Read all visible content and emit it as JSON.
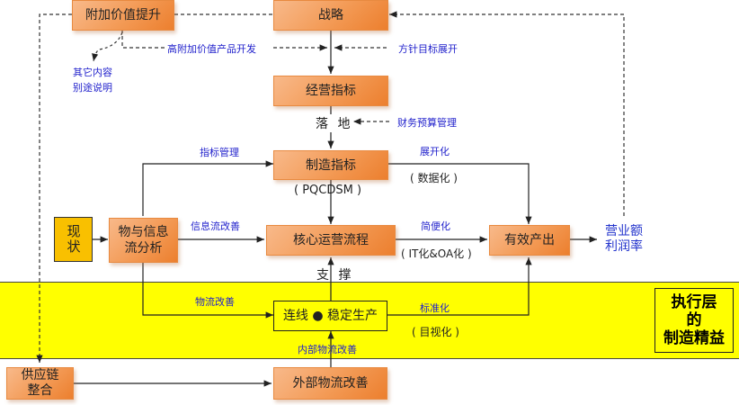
{
  "diagram": {
    "nodes": {
      "value_add": "附加价值提升",
      "strategy": "战略",
      "business_index": "经营指标",
      "manufacturing_index": "制造指标",
      "current_state": "现状",
      "flow_analysis_line1": "物与信息",
      "flow_analysis_line2": "流分析",
      "core_process": "核心运营流程",
      "effective_output": "有效产出",
      "stable_production": "连线 ● 稳定生产",
      "supply_chain_line1": "供应链",
      "supply_chain_line2": "整合",
      "external_logistics": "外部物流改善"
    },
    "labels": {
      "high_value_products": "高附加价值产品开发",
      "policy_deployment": "方针目标展开",
      "other_line1": "其它内容",
      "other_line2": "别途说明",
      "landing": "落 地",
      "budget_mgmt": "财务预算管理",
      "index_mgmt": "指标管理",
      "expand": "展开化",
      "data_driven": "( 数据化 )",
      "pqcdsm": "( PQCDSM )",
      "info_flow": "信息流改善",
      "simplify": "简便化",
      "it_oa": "( IT化&OA化 )",
      "support": "支 撑",
      "logistics": "物流改善",
      "standardize": "标准化",
      "visual": "( 目视化 )",
      "internal_logistics": "内部物流改善",
      "revenue_line1": "营业额",
      "revenue_line2": "利润率"
    },
    "execution_layer": {
      "line1": "执行层",
      "line2": "的",
      "line3": "制造精益"
    },
    "colors": {
      "node_orange": "#f39a55",
      "state_yellow": "#f9c000",
      "band_yellow": "#ffff00",
      "label_blue": "#2222cc"
    }
  }
}
